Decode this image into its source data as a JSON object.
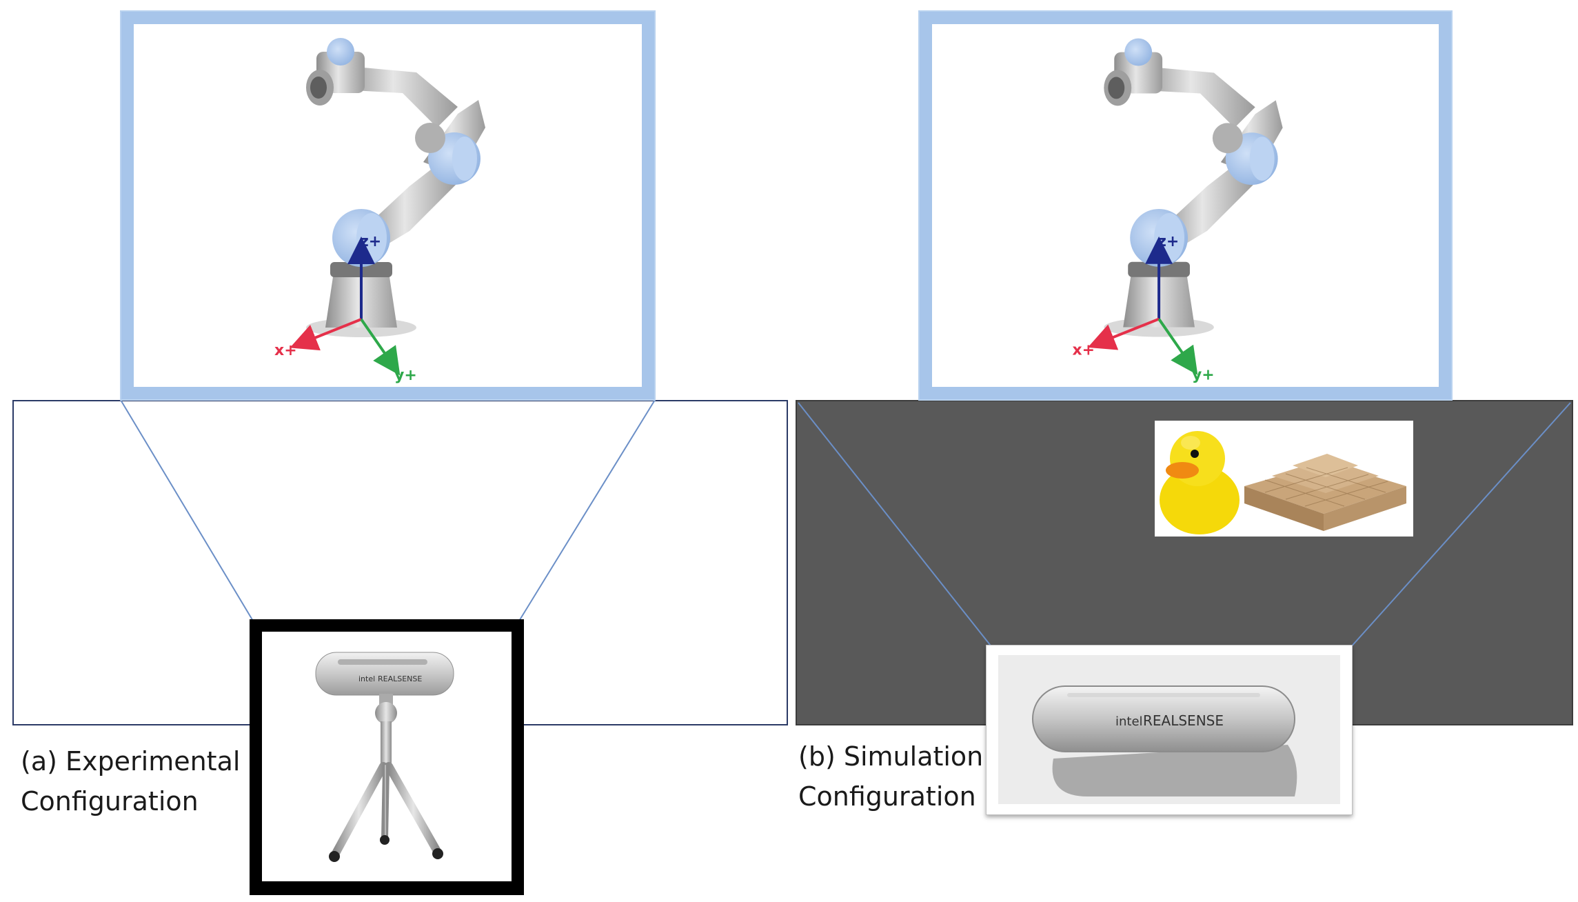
{
  "colors": {
    "frame_blue": "#a7c5ea",
    "frame_border": "#b9d2ef",
    "sim_background": "#595959",
    "frustum_line": "#6b8fc7",
    "axis_x": "#e5304a",
    "axis_y": "#2ea84a",
    "axis_z": "#1d2a8c",
    "robot_joint": "#a9c6ee",
    "robot_metal": "#c4c4c4",
    "camera_frame": "#000000"
  },
  "panel_a": {
    "caption_line1": "(a) Experimental",
    "caption_line2": "Configuration",
    "axes": {
      "x": "x+",
      "y": "y+",
      "z": "z+"
    },
    "camera_logo": "intel",
    "camera_brand": "REALSENSE"
  },
  "panel_b": {
    "caption_line1": "(b) Simulation",
    "caption_line2": "Configuration",
    "axes": {
      "x": "x+",
      "y": "y+",
      "z": "z+"
    },
    "camera_logo": "intel",
    "camera_brand": "REALSENSE",
    "objects": [
      "duck-icon",
      "wooden-blocks-icon"
    ]
  }
}
